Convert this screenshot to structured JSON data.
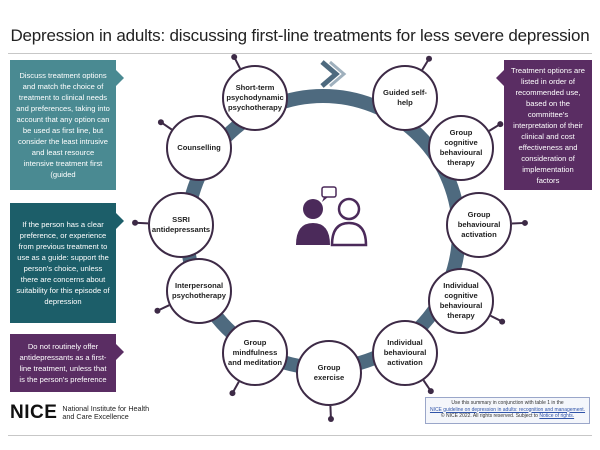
{
  "title": "Depression in adults: discussing first-line treatments for less severe depression",
  "left_boxes": [
    {
      "text": "Discuss treatment options and match the choice of treatment to clinical needs and preferences, taking into account that any option can be used as first line, but consider the least intrusive and least resource intensive treatment first (guided",
      "color": "#4a8a92"
    },
    {
      "text": "If the person has a clear preference, or experience from previous treatment to use as a guide: support the person's choice, unless there are concerns about suitability for this episode of depression",
      "color": "#1c5e69"
    },
    {
      "text": "Do not routinely offer antidepressants as a first-line treatment, unless that is the person's preference",
      "color": "#5a2d63"
    }
  ],
  "right_box": {
    "text": "Treatment options are listed in order of recommended use, based on the committee's interpretation of their clinical and cost effectiveness and consideration of implementation factors",
    "color": "#5a2d63"
  },
  "treatments": [
    "Guided self-help",
    "Group cognitive behavioural therapy",
    "Group behavioural activation",
    "Individual cognitive behavioural therapy",
    "Individual behavioural activation",
    "Group exercise",
    "Group mindfulness and meditation",
    "Interpersonal psychotherapy",
    "SSRI antidepressants",
    "Counselling",
    "Short-term psychodynamic psychotherapy"
  ],
  "colors": {
    "ring": "#4e6a7f",
    "node_border": "#3d2a46",
    "people": "#4b2a5a"
  },
  "icons": {
    "center": "people-conversation-icon",
    "start": "chevron-right-icon"
  },
  "logo": {
    "word": "NICE",
    "sub": "National Institute for Health and Care Excellence"
  },
  "footnote": {
    "line1": "Use this summary in conjunction with table 1 in the",
    "link1": "NICE guideline on depression in adults: recognition and management.",
    "line2": "© NICE 2022. All rights reserved. Subject to",
    "link2": "Notice of rights."
  }
}
